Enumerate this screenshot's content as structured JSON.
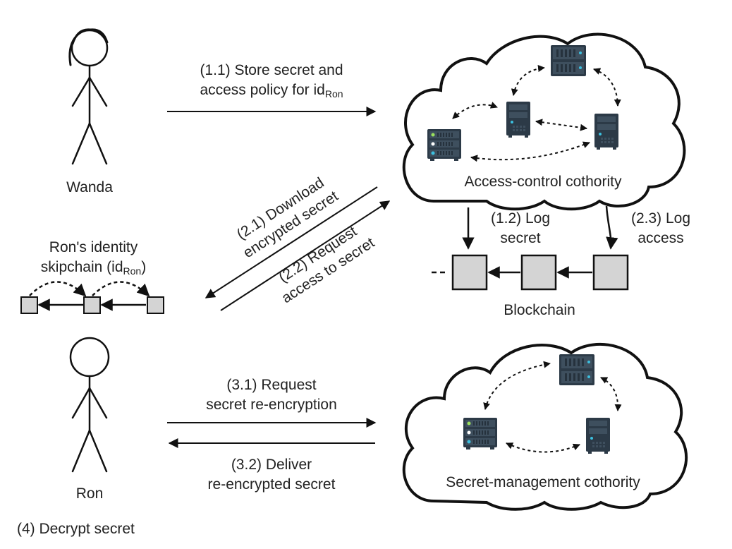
{
  "actors": {
    "wanda": "Wanda",
    "ron": "Ron",
    "ron_action": "(4) Decrypt secret"
  },
  "identity": {
    "line1": "Ron's identity",
    "line2_prefix": "skipchain (id",
    "line2_sub": "Ron",
    "line2_suffix": ")"
  },
  "steps": {
    "s1_1_line1": "(1.1) Store secret and",
    "s1_1_line2_prefix": "access policy for id",
    "s1_1_line2_sub": "Ron",
    "s1_2_line1": "(1.2) Log",
    "s1_2_line2": "secret",
    "s2_3_line1": "(2.3) Log",
    "s2_3_line2": "access",
    "s2_1_line1": "(2.1) Download",
    "s2_1_line2": "encrypted secret",
    "s2_2_line1": "(2.2) Request",
    "s2_2_line2": "access to secret",
    "s3_1_line1": "(3.1) Request",
    "s3_1_line2": "secret re-encryption",
    "s3_2_line1": "(3.2) Deliver",
    "s3_2_line2": "re-encrypted secret"
  },
  "clouds": {
    "access_control": "Access-control cothority",
    "secret_management": "Secret-management cothority"
  },
  "blockchain": {
    "label": "Blockchain"
  },
  "colors": {
    "ink": "#111111",
    "block_fill": "#d4d4d4",
    "server_dark": "#2c3a47",
    "server_mid": "#3e4f5e",
    "led_green": "#9be15d",
    "led_cyan": "#3cc0e0"
  }
}
